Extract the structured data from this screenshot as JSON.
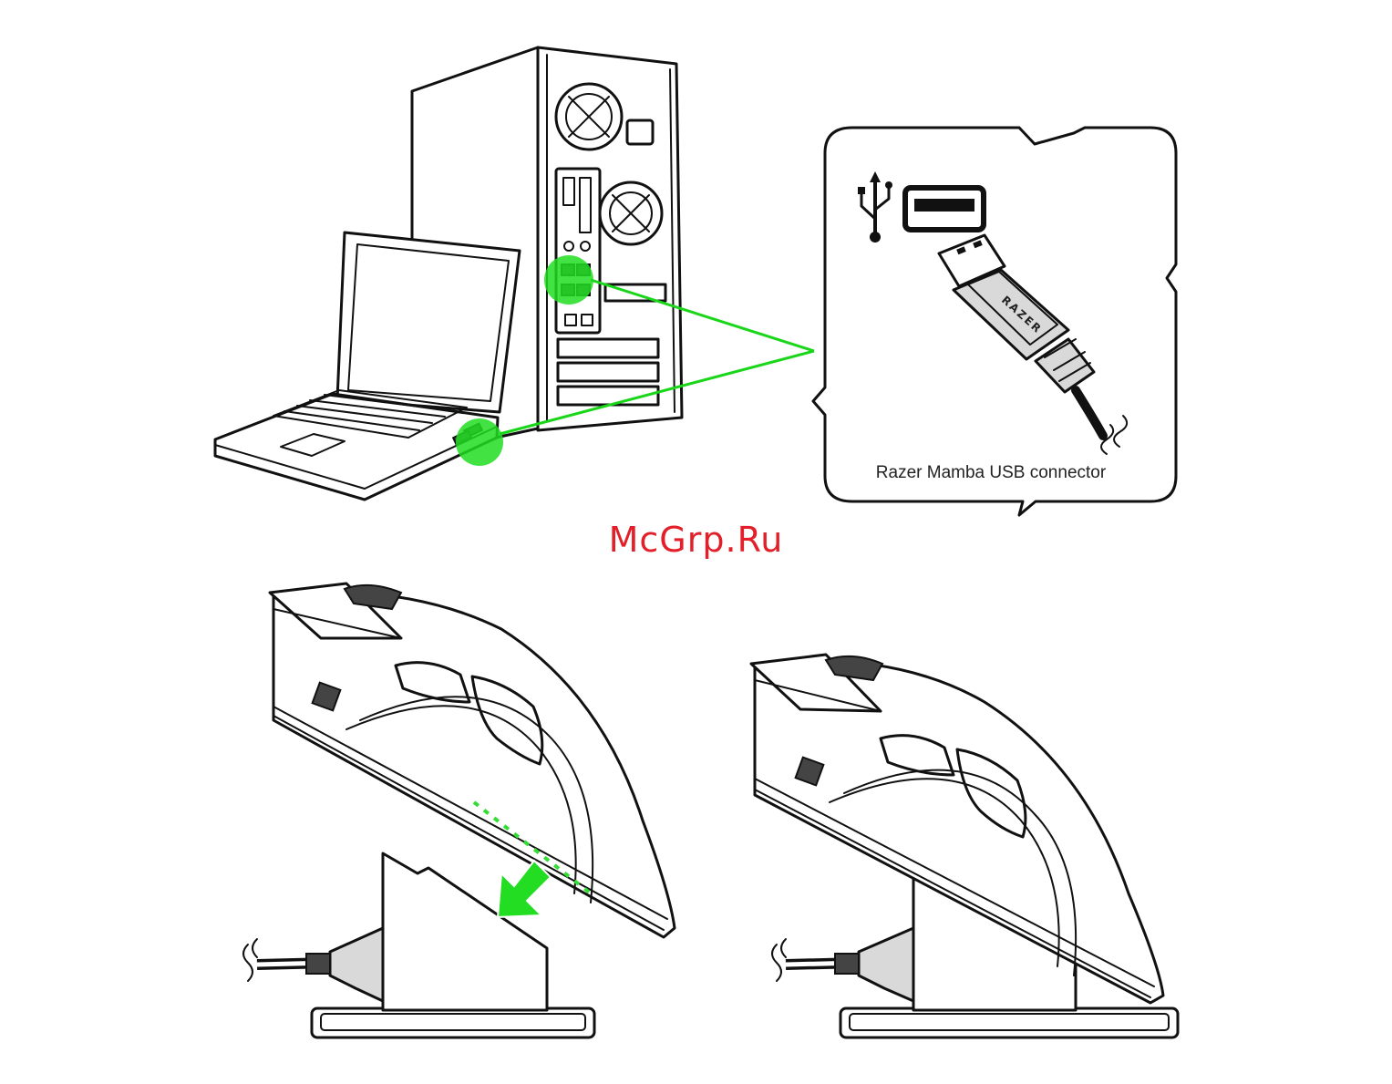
{
  "callout": {
    "label": "Razer Mamba USB connector",
    "plug_brand": "RAZER"
  },
  "watermark": "McGrp.Ru",
  "colors": {
    "highlight": "#22dd22",
    "line": "#111111",
    "watermark": "#e3202a"
  },
  "icons": [
    "usb-symbol-icon",
    "usb-port-icon",
    "usb-plug-icon",
    "arrow-down-left-icon"
  ]
}
